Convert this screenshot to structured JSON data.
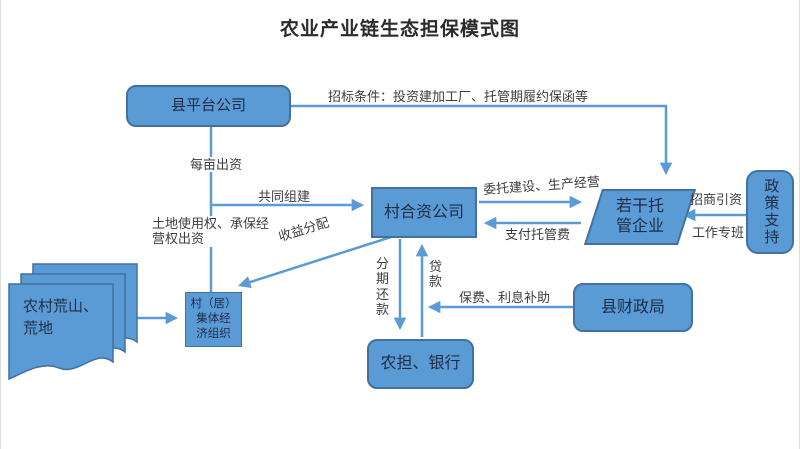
{
  "title": "农业产业链生态担保模式图",
  "colors": {
    "box_fill": "#5b9bd5",
    "box_border": "#41719c",
    "connector": "#5b9bd5",
    "text": "#1e2c46"
  },
  "nodes": {
    "county_platform": {
      "label": "县平台公司"
    },
    "village_jv": {
      "label": "村合资公司"
    },
    "trustee": {
      "label": "若干托\n管企业"
    },
    "policy_support": {
      "label": "政策支持"
    },
    "village_collective": {
      "label": "村（居）\n集体经\n济组织"
    },
    "rural_land": {
      "label": "农村荒山、\n荒地"
    },
    "bank": {
      "label": "农担、银行"
    },
    "finance_bureau": {
      "label": "县财政局"
    }
  },
  "edges": {
    "bidding": "招标条件：投资建加工厂、托管期履约保函等",
    "per_mu": "每亩出资",
    "joint": "共同组建",
    "land_rights": "土地使用权、承保经\n营权出资",
    "income": "收益分配",
    "entrust": "委托建设、生产经营",
    "pay_fee": "支付托管费",
    "investment": "招商引资",
    "task_force": "工作专班",
    "installment": "分\n期\n还\n款",
    "loan": "贷\n款",
    "subsidy": "保费、利息补助"
  }
}
